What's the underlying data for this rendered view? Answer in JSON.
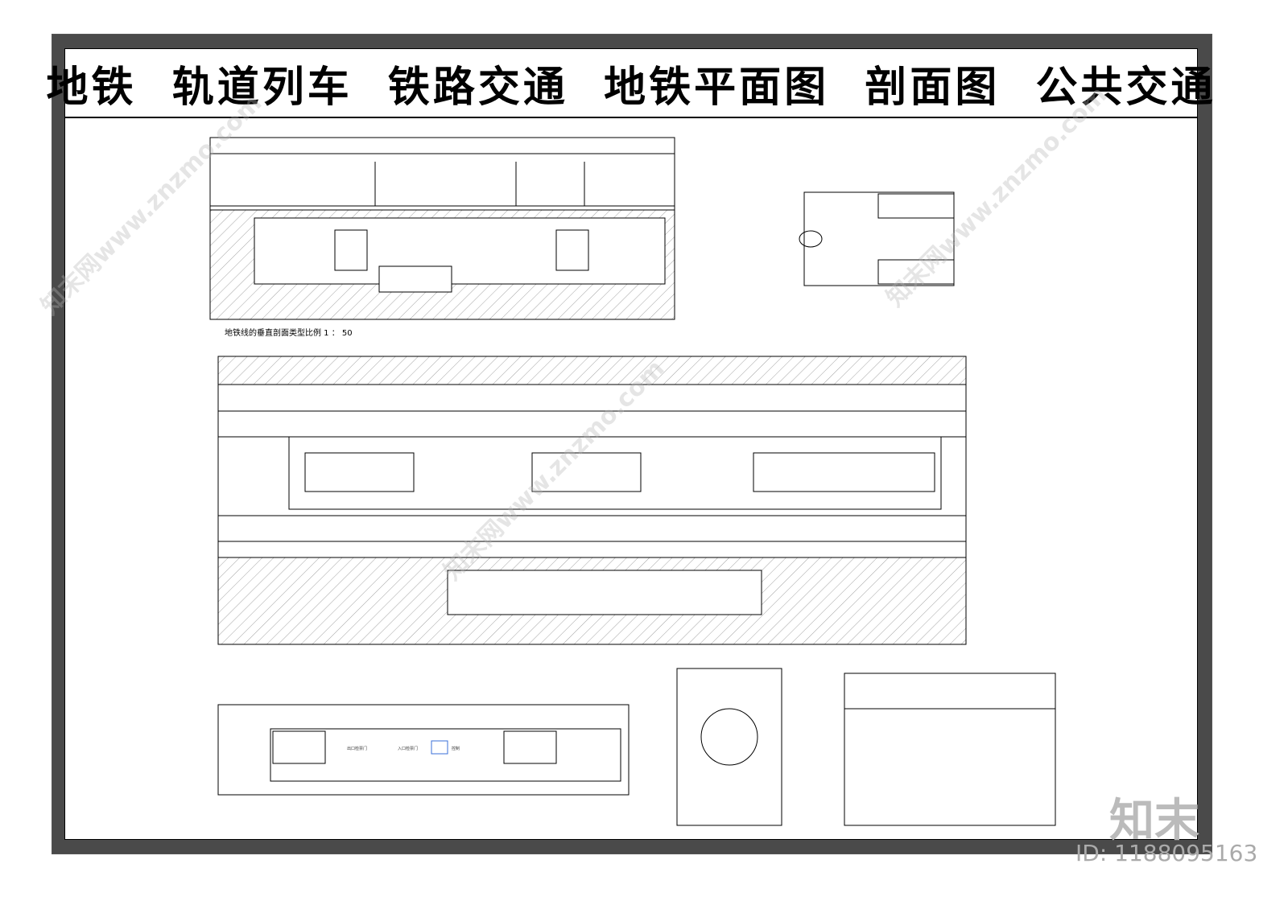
{
  "sheet": {
    "title": "地铁  轨道列车  铁路交通  地铁平面图  剖面图  公共交通",
    "section_caption": "地铁线的垂直剖面类型比例 1 ： 50",
    "plan_labels": {
      "exit_gate": "出口检票门",
      "entry_gate": "入口检票门",
      "control": "控制"
    }
  },
  "watermark": {
    "text": "知末网www.znzmo.com",
    "logo": "知末",
    "id": "ID: 1188095163"
  },
  "colors": {
    "frame": "#4a4a4a",
    "line": "#000000",
    "arrow_red": "#cc0000",
    "arrow_blue": "#3a6fd8"
  }
}
